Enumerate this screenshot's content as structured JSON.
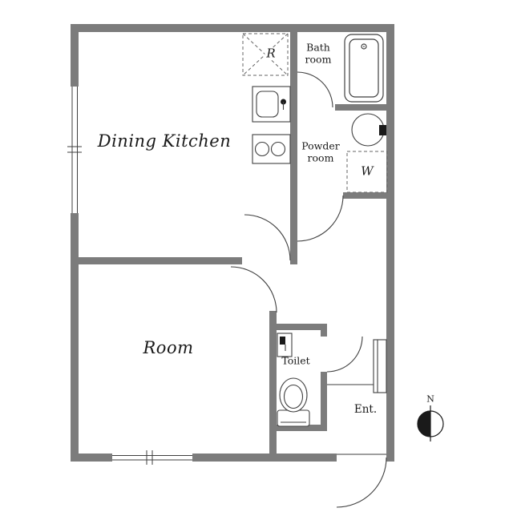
{
  "colors": {
    "wall": "#7c7c7c",
    "line": "#3f3f3f",
    "dash": "#666666",
    "text": "#1a1a1a",
    "background": "#ffffff"
  },
  "labels": {
    "dining_kitchen": "Dining Kitchen",
    "room": "Room",
    "bath_room": "Bath\nroom",
    "powder_room": "Powder\nroom",
    "toilet": "Toilet",
    "entrance": "Ent.",
    "refrigerator": "R",
    "washing_machine": "W",
    "compass_north": "N"
  },
  "fixtures": [
    "refrigerator-icon",
    "kitchen-sink-icon",
    "stove-icon",
    "bathtub-icon",
    "wash-basin-icon",
    "washing-machine-icon",
    "toilet-icon",
    "hand-wash-basin-icon",
    "shoe-cabinet-icon",
    "compass-icon"
  ]
}
